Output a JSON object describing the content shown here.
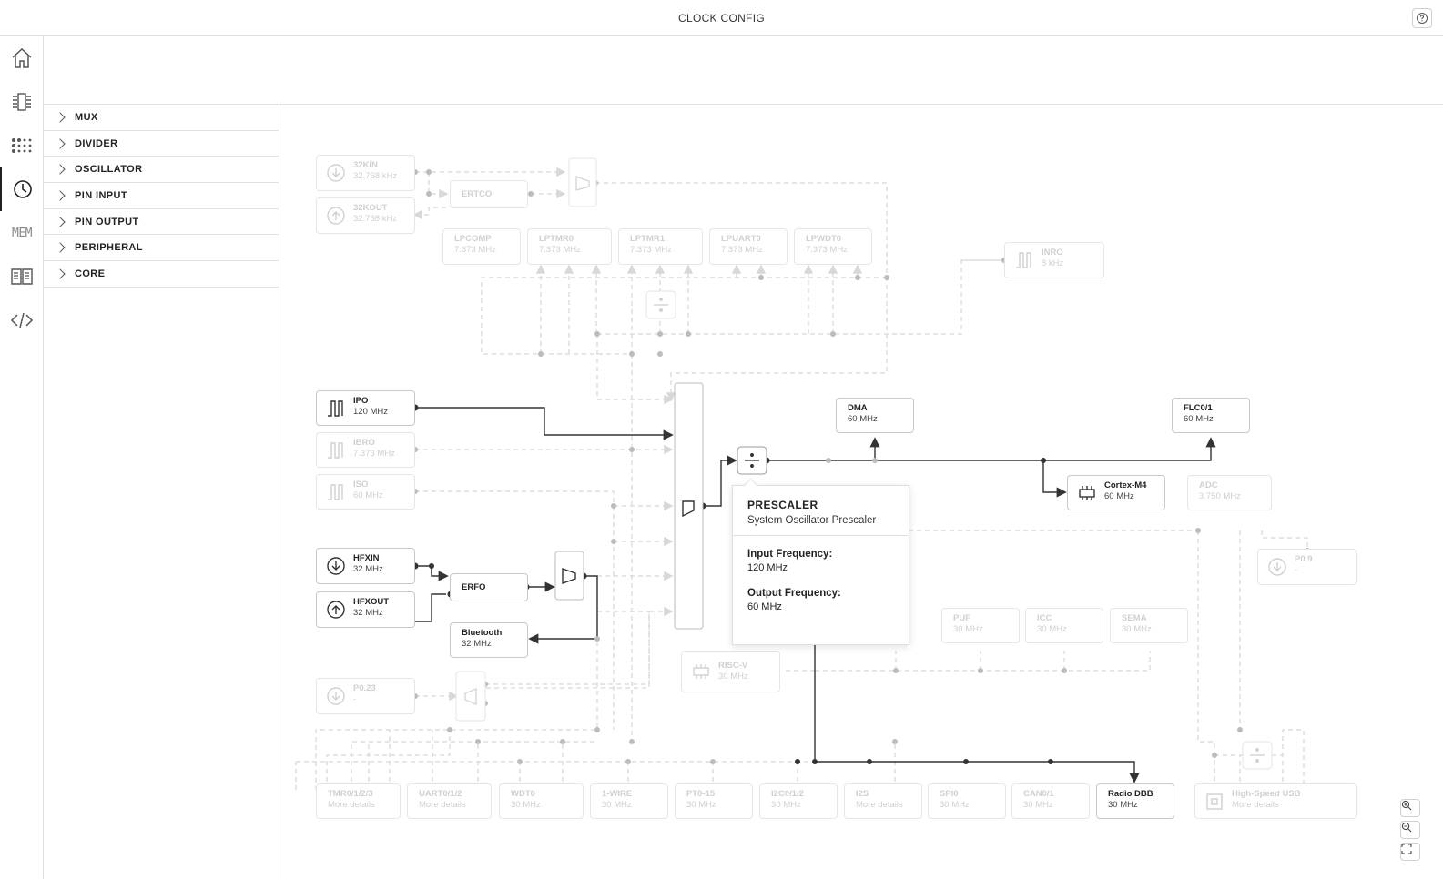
{
  "app": {
    "title": "CLOCK CONFIG"
  },
  "rail": {
    "mem_label": "MEM"
  },
  "sidebar": {
    "items": [
      {
        "label": "MUX"
      },
      {
        "label": "DIVIDER"
      },
      {
        "label": "OSCILLATOR"
      },
      {
        "label": "PIN INPUT"
      },
      {
        "label": "PIN OUTPUT"
      },
      {
        "label": "PERIPHERAL"
      },
      {
        "label": "CORE"
      }
    ]
  },
  "nodes": {
    "n32kin": {
      "name": "32KIN",
      "sub": "32.768 kHz"
    },
    "n32kout": {
      "name": "32KOUT",
      "sub": "32.768 kHz"
    },
    "ertco": {
      "name": "ERTCO"
    },
    "lpcomp": {
      "name": "LPCOMP",
      "sub": "7.373 MHz"
    },
    "lptmr0": {
      "name": "LPTMR0",
      "sub": "7.373 MHz"
    },
    "lptmr1": {
      "name": "LPTMR1",
      "sub": "7.373 MHz"
    },
    "lpuart0": {
      "name": "LPUART0",
      "sub": "7.373 MHz"
    },
    "lpwdt0": {
      "name": "LPWDT0",
      "sub": "7.373 MHz"
    },
    "inro": {
      "name": "INRO",
      "sub": "8 kHz"
    },
    "ipo": {
      "name": "IPO",
      "sub": "120 MHz"
    },
    "ibro": {
      "name": "IBRO",
      "sub": "7.373 MHz"
    },
    "iso": {
      "name": "ISO",
      "sub": "60 MHz"
    },
    "hfxin": {
      "name": "HFXIN",
      "sub": "32 MHz"
    },
    "hfxout": {
      "name": "HFXOUT",
      "sub": "32 MHz"
    },
    "erfo": {
      "name": "ERFO"
    },
    "bluetooth": {
      "name": "Bluetooth",
      "sub": "32 MHz"
    },
    "p023": {
      "name": "P0.23",
      "sub": "-"
    },
    "dma": {
      "name": "DMA",
      "sub": "60 MHz"
    },
    "flc": {
      "name": "FLC0/1",
      "sub": "60 MHz"
    },
    "cortex": {
      "name": "Cortex-M4",
      "sub": "60 MHz"
    },
    "adc": {
      "name": "ADC",
      "sub": "3.750 MHz"
    },
    "p09": {
      "name": "P0.9",
      "sub": "-"
    },
    "puf": {
      "name": "PUF",
      "sub": "30 MHz"
    },
    "icc": {
      "name": "ICC",
      "sub": "30 MHz"
    },
    "sema": {
      "name": "SEMA",
      "sub": "30 MHz"
    },
    "riscv": {
      "name": "RISC-V",
      "sub": "30 MHz"
    },
    "tmr": {
      "name": "TMR0/1/2/3",
      "sub": "More details"
    },
    "uart": {
      "name": "UART0/1/2",
      "sub": "More details"
    },
    "wdt0": {
      "name": "WDT0",
      "sub": "30 MHz"
    },
    "onewire": {
      "name": "1-WIRE",
      "sub": "30 MHz"
    },
    "pt": {
      "name": "PT0-15",
      "sub": "30 MHz"
    },
    "i2c": {
      "name": "I2C0/1/2",
      "sub": "30 MHz"
    },
    "i2s": {
      "name": "I2S",
      "sub": "More details"
    },
    "spi0": {
      "name": "SPI0",
      "sub": "30 MHz"
    },
    "can": {
      "name": "CAN0/1",
      "sub": "30 MHz"
    },
    "radio": {
      "name": "Radio DBB",
      "sub": "30 MHz"
    },
    "usb": {
      "name": "High-Speed USB",
      "sub": "More details"
    }
  },
  "popup": {
    "title": "PRESCALER",
    "desc": "System Oscillator Prescaler",
    "input_label": "Input Frequency:",
    "input_value": "120 MHz",
    "output_label": "Output Frequency:",
    "output_value": "60 MHz"
  }
}
